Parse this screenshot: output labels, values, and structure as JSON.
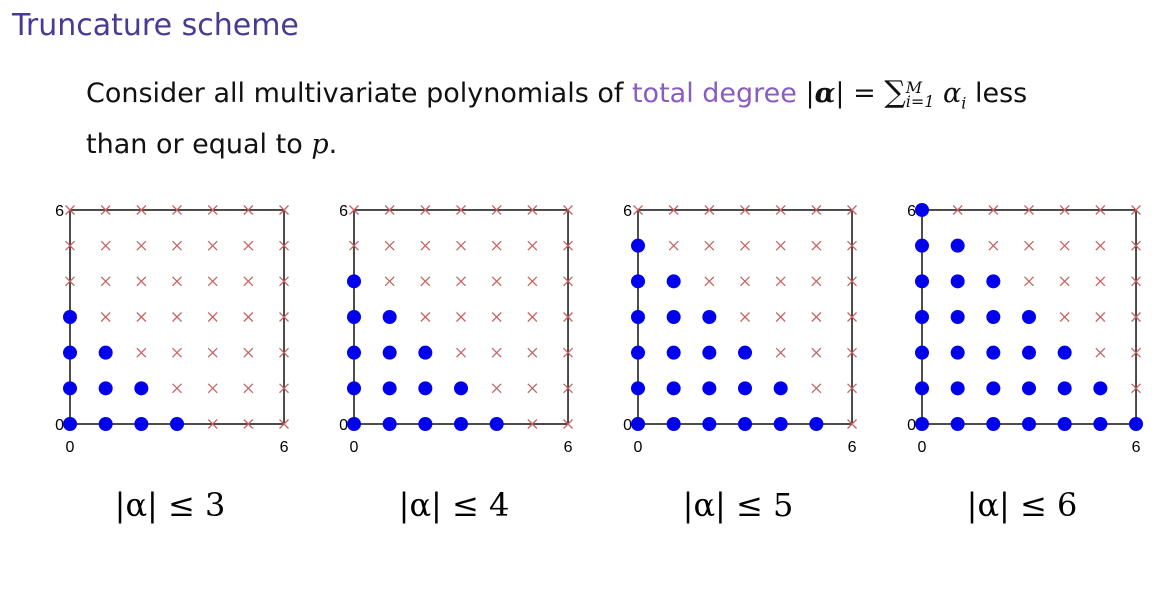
{
  "title": "Truncature scheme",
  "text": {
    "line1_prefix": "Consider all multivariate polynomials of",
    "highlight": "total degree",
    "abs_open": "|",
    "alpha": "α",
    "abs_close": "|",
    "equals": "=",
    "sum_symbol": "∑",
    "sum_upper": "M",
    "sum_lower": "i=1",
    "alpha_i": "α",
    "sub_i": "i",
    "line1_suffix": "less",
    "line2_prefix": "than or equal to",
    "p": "p",
    "period": "."
  },
  "colors": {
    "title": "#4a3a93",
    "highlight": "#8a5cc0",
    "dot": "#0000ee",
    "cross": "#c86464"
  },
  "chart_data": [
    {
      "type": "scatter",
      "caption": "|α| ≤ 3",
      "degree_limit": 3,
      "xlim": [
        0,
        6
      ],
      "ylim": [
        0,
        6
      ],
      "xticks": [
        "0",
        "6"
      ],
      "yticks": [
        "0",
        "6"
      ],
      "legend": "none",
      "series": [
        {
          "marker": "dot",
          "rule": "x + y ≤ 3"
        },
        {
          "marker": "cross",
          "rule": "x + y > 3"
        }
      ]
    },
    {
      "type": "scatter",
      "caption": "|α| ≤ 4",
      "degree_limit": 4,
      "xlim": [
        0,
        6
      ],
      "ylim": [
        0,
        6
      ],
      "xticks": [
        "0",
        "6"
      ],
      "yticks": [
        "0",
        "6"
      ],
      "legend": "none",
      "series": [
        {
          "marker": "dot",
          "rule": "x + y ≤ 4"
        },
        {
          "marker": "cross",
          "rule": "x + y > 4"
        }
      ]
    },
    {
      "type": "scatter",
      "caption": "|α| ≤ 5",
      "degree_limit": 5,
      "xlim": [
        0,
        6
      ],
      "ylim": [
        0,
        6
      ],
      "xticks": [
        "0",
        "6"
      ],
      "yticks": [
        "0",
        "6"
      ],
      "legend": "none",
      "series": [
        {
          "marker": "dot",
          "rule": "x + y ≤ 5"
        },
        {
          "marker": "cross",
          "rule": "x + y > 5"
        }
      ]
    },
    {
      "type": "scatter",
      "caption": "|α| ≤ 6",
      "degree_limit": 6,
      "xlim": [
        0,
        6
      ],
      "ylim": [
        0,
        6
      ],
      "xticks": [
        "0",
        "6"
      ],
      "yticks": [
        "0",
        "6"
      ],
      "legend": "none",
      "series": [
        {
          "marker": "dot",
          "rule": "x + y ≤ 6"
        },
        {
          "marker": "cross",
          "rule": "x + y > 6"
        }
      ]
    }
  ]
}
